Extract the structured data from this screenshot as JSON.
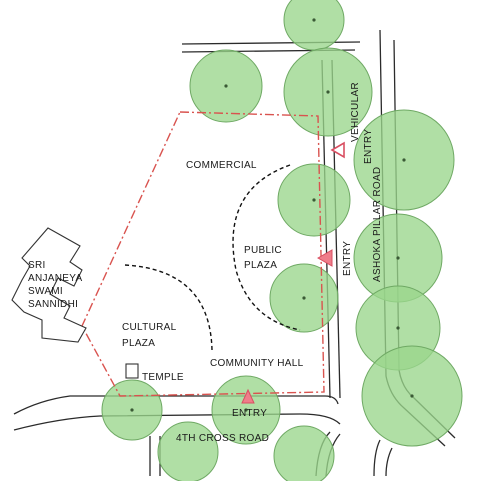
{
  "labels": {
    "commercial": "COMMERCIAL",
    "public_plaza_1": "PUBLIC",
    "public_plaza_2": "PLAZA",
    "cultural_plaza_1": "CULTURAL",
    "cultural_plaza_2": "PLAZA",
    "community_hall": "COMMUNITY HALL",
    "temple": "TEMPLE",
    "entry_bottom": "ENTRY",
    "entry_right": "ENTRY",
    "vehicular_entry_1": "VEHICULAR",
    "vehicular_entry_2": "ENTRY",
    "shrine_1": "SRI",
    "shrine_2": "ANJANEYA",
    "shrine_3": "SWAMI",
    "shrine_4": "SANNIDHI",
    "road_bottom": "4TH CROSS ROAD",
    "road_right": "ASHOKA PILLAR ROAD"
  },
  "colors": {
    "tree_fill": "#9ad68c",
    "site_boundary": "#d9534f",
    "entry_marker": "#ef7d8a"
  }
}
